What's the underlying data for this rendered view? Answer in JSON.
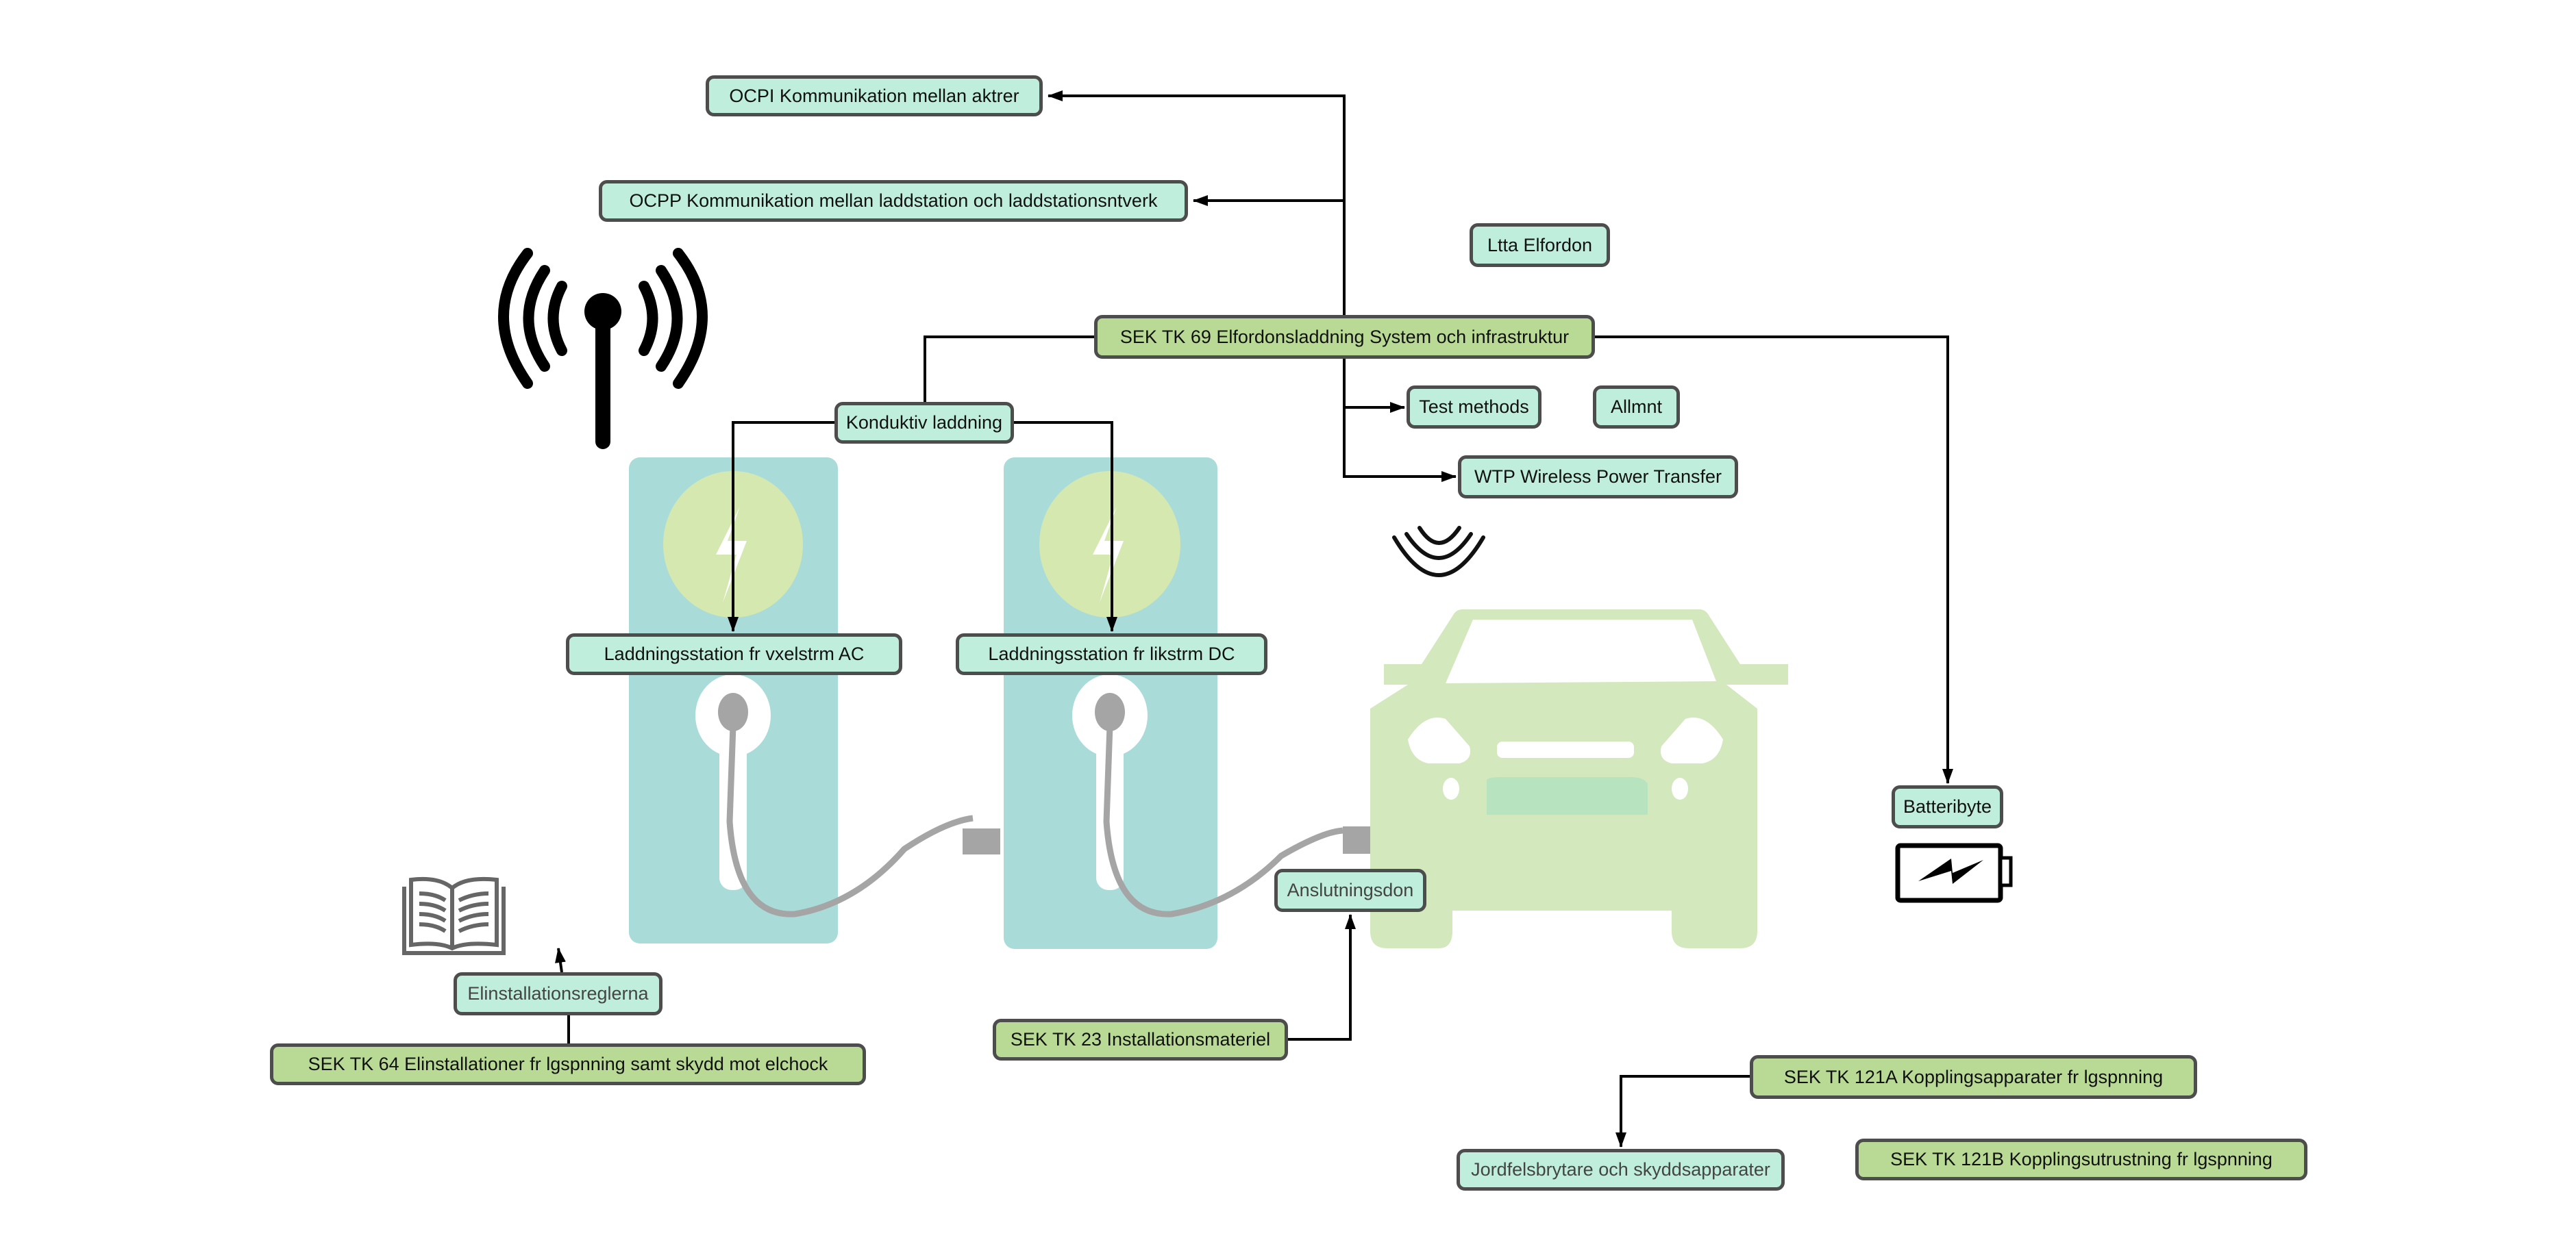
{
  "diagram": {
    "nodes": {
      "ocpi": "OCPI Kommunikation mellan aktrer",
      "ocpp": "OCPP Kommunikation mellan laddstation och laddstationsntverk",
      "ltta": "Ltta Elfordon",
      "tk69": "SEK TK 69 Elfordonsladdning System och infrastruktur",
      "konduktiv": "Konduktiv laddning",
      "test": "Test methods",
      "allmnt": "Allmnt",
      "wtp": "WTP Wireless Power Transfer",
      "ac": "Laddningsstation fr vxelstrm AC",
      "dc": "Laddningsstation fr likstrm DC",
      "batteri": "Batteribyte",
      "anslutning": "Anslutningsdon",
      "elregler": "Elinstallationsreglerna",
      "tk64": "SEK TK 64 Elinstallationer fr lgspnning samt skydd mot elchock",
      "tk23": "SEK TK 23 Installationsmateriel",
      "tk121a": "SEK TK 121A Kopplingsapparater fr lgspnning",
      "jordfels": "Jordfelsbrytare och skyddsapparater",
      "tk121b": "SEK TK 121B Kopplingsutrustning fr lgspnning"
    },
    "edges": [
      {
        "from": "tk69",
        "to": "ocpi"
      },
      {
        "from": "tk69",
        "to": "ocpp"
      },
      {
        "from": "tk69",
        "to": "konduktiv"
      },
      {
        "from": "tk69",
        "to": "test"
      },
      {
        "from": "tk69",
        "to": "wtp"
      },
      {
        "from": "tk69",
        "to": "batteri"
      },
      {
        "from": "konduktiv",
        "to": "ac"
      },
      {
        "from": "konduktiv",
        "to": "dc"
      },
      {
        "from": "tk23",
        "to": "anslutning"
      },
      {
        "from": "tk64",
        "to": "elregler"
      },
      {
        "from": "elregler",
        "to": "book-illustration"
      },
      {
        "from": "tk121a",
        "to": "jordfels"
      }
    ],
    "illustrations": [
      "antenna-icon",
      "charging-station-ac",
      "charging-station-dc",
      "electric-car",
      "wireless-waves-icon",
      "battery-icon",
      "book-icon"
    ],
    "colors": {
      "node_mint": "#c0eedc",
      "node_green": "#b9da95",
      "node_border": "#4d4d4d",
      "station": "#a9dcd9",
      "car": "#d3e8bd"
    }
  }
}
